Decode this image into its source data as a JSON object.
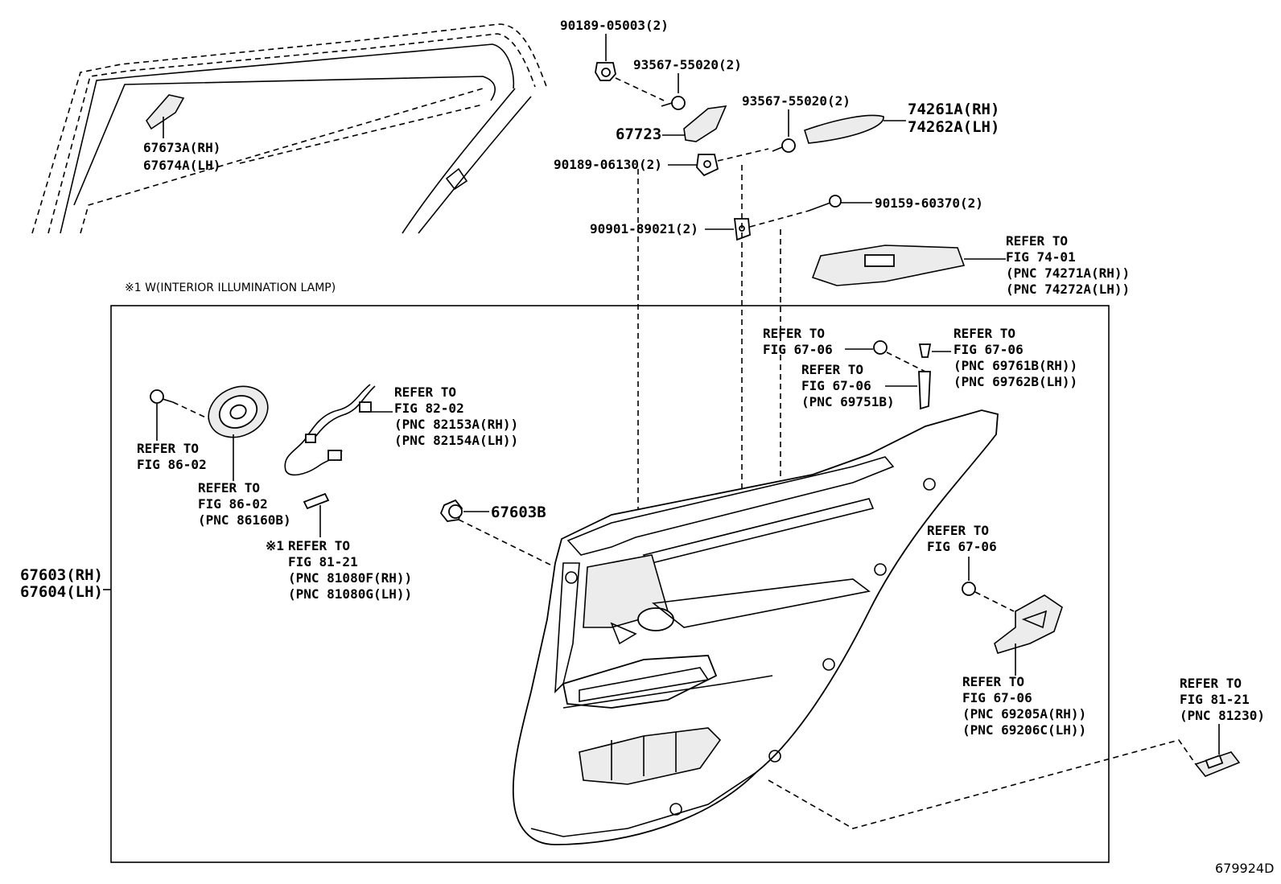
{
  "labels": {
    "p67673": "67673A(RH)",
    "p67674": "67674A(LH)",
    "p90189_05003": "90189-05003(2)",
    "p93567_a": "93567-55020(2)",
    "p67723": "67723",
    "p93567_b": "93567-55020(2)",
    "p74261": "74261A(RH)",
    "p74262": "74262A(LH)",
    "p90189_06130": "90189-06130(2)",
    "p90159": "90159-60370(2)",
    "p90901": "90901-89021(2)",
    "ref7401_1": "REFER TO",
    "ref7401_2": "FIG 74-01",
    "ref7401_3": "(PNC 74271A(RH))",
    "ref7401_4": "(PNC 74272A(LH))",
    "note": "※1 W(INTERIOR ILLUMINATION LAMP)",
    "refA_1": "REFER TO",
    "refA_2": "FIG 67-06",
    "refB_1": "REFER TO",
    "refB_2": "FIG 67-06",
    "refB_3": "(PNC 69751B)",
    "refC_1": "REFER TO",
    "refC_2": "FIG 67-06",
    "refC_3": "(PNC 69761B(RH))",
    "refC_4": "(PNC 69762B(LH))",
    "ref8202_1": "REFER TO",
    "ref8202_2": "FIG 82-02",
    "ref8202_3": "(PNC 82153A(RH))",
    "ref8202_4": "(PNC 82154A(LH))",
    "ref8602a_1": "REFER TO",
    "ref8602a_2": "FIG 86-02",
    "ref8602b_1": "REFER TO",
    "ref8602b_2": "FIG 86-02",
    "ref8602b_3": "(PNC 86160B)",
    "p67603b": "67603B",
    "ref8121a_0": "※1",
    "ref8121a_1": "REFER TO",
    "ref8121a_2": "FIG 81-21",
    "ref8121a_3": "(PNC 81080F(RH))",
    "ref8121a_4": "(PNC 81080G(LH))",
    "p67603": "67603(RH)",
    "p67604": "67604(LH)",
    "refD_1": "REFER TO",
    "refD_2": "FIG 67-06",
    "refE_1": "REFER TO",
    "refE_2": "FIG 67-06",
    "refE_3": "(PNC 69205A(RH))",
    "refE_4": "(PNC 69206C(LH))",
    "ref8121b_1": "REFER TO",
    "ref8121b_2": "FIG 81-21",
    "ref8121b_3": "(PNC 81230)",
    "figure_code": "679924D"
  }
}
